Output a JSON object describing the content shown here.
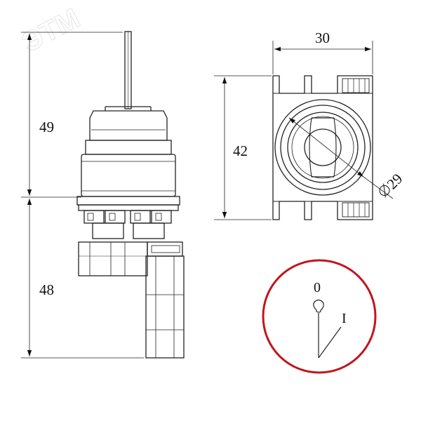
{
  "watermark": "ЭТМ",
  "dimensions": {
    "upper_height": "49",
    "lower_height": "48",
    "width": "30",
    "height": "42",
    "diameter": "29"
  },
  "switch_positions": {
    "off_label": "0",
    "on_label": "I"
  },
  "colors": {
    "line": "#222222",
    "highlight_circle": "#c0161c"
  }
}
